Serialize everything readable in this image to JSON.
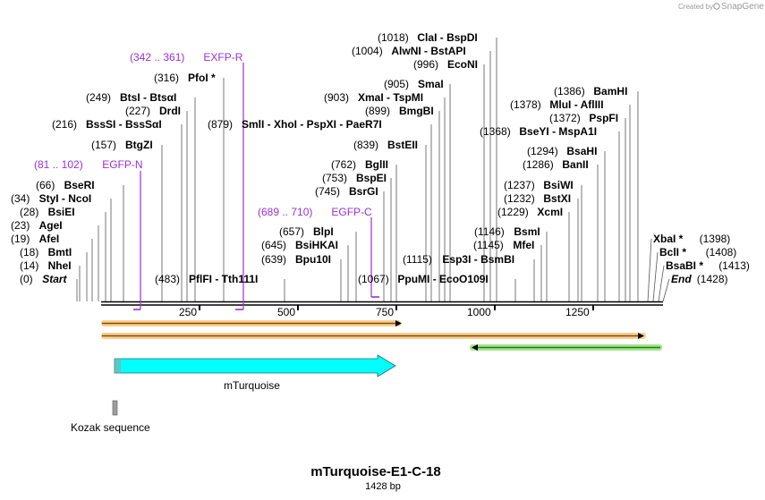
{
  "credit": {
    "text": "Created by",
    "brand": "SnapGene"
  },
  "map": {
    "title": "mTurquoise-E1-C-18",
    "length_text": "1428 bp",
    "ruler_ticks": [
      "250",
      "500",
      "750",
      "1000",
      "1250"
    ],
    "colors": {
      "backbone": "#000000",
      "feature_line": "#8b4513",
      "orange_glow": "#f5b041",
      "green_glow": "#7ed957",
      "green_arrow": "#1e7b1e",
      "cds_fill": "#00ffff",
      "kozak_fill": "#9e9e9e",
      "primer": "#9b30d8"
    },
    "features": [
      {
        "name": "mTurquoise",
        "type": "CDS",
        "direction": "forward"
      },
      {
        "name": "Kozak sequence",
        "type": "misc_feature",
        "direction": "none"
      }
    ],
    "left_labels": [
      {
        "id": "start",
        "pos": "(0)",
        "name": "Start"
      },
      {
        "id": "nhei",
        "pos": "(14)",
        "name": "NheI"
      },
      {
        "id": "bmti",
        "pos": "(18)",
        "name": "BmtI"
      },
      {
        "id": "afei",
        "pos": "(19)",
        "name": "AfeI"
      },
      {
        "id": "agei",
        "pos": "(23)",
        "name": "AgeI"
      },
      {
        "id": "bsiei",
        "pos": "(28)",
        "name": "BsiEI"
      },
      {
        "id": "styi",
        "pos": "(34)",
        "name": "StyI  -  NcoI"
      },
      {
        "id": "bseri",
        "pos": "(66)",
        "name": "BseRI"
      },
      {
        "id": "btgzi",
        "pos": "(157)",
        "name": "BtgZI"
      },
      {
        "id": "bsssi",
        "pos": "(216)",
        "name": "BssSI  -  BssSαI"
      },
      {
        "id": "drdi",
        "pos": "(227)",
        "name": "DrdI"
      },
      {
        "id": "btsi",
        "pos": "(249)",
        "name": "BtsI  -  BtsαI"
      },
      {
        "id": "pfoi",
        "pos": "(316)",
        "name": "PfoI *"
      },
      {
        "id": "pflfi",
        "pos": "(483)",
        "name": "PflFI  -  Tth111I"
      },
      {
        "id": "smli",
        "pos": "(879)",
        "name": "SmlI  -  XhoI  -  PspXI  -  PaeR7I"
      },
      {
        "id": "bpu10i",
        "pos": "(639)",
        "name": "Bpu10I"
      },
      {
        "id": "bsihkai",
        "pos": "(645)",
        "name": "BsiHKAI"
      },
      {
        "id": "blpi",
        "pos": "(657)",
        "name": "BlpI"
      },
      {
        "id": "bsrgi",
        "pos": "(745)",
        "name": "BsrGI"
      },
      {
        "id": "bspei",
        "pos": "(753)",
        "name": "BspEI"
      },
      {
        "id": "bglii",
        "pos": "(762)",
        "name": "BglII"
      },
      {
        "id": "bsteii",
        "pos": "(839)",
        "name": "BstEII"
      },
      {
        "id": "bmgbi",
        "pos": "(899)",
        "name": "BmgBI"
      },
      {
        "id": "xmai",
        "pos": "(903)",
        "name": "XmaI  -  TspMI"
      },
      {
        "id": "smai",
        "pos": "(905)",
        "name": "SmaI"
      },
      {
        "id": "econi",
        "pos": "(996)",
        "name": "EcoNI"
      },
      {
        "id": "alwni",
        "pos": "(1004)",
        "name": "AlwNI  -  BstAPI"
      },
      {
        "id": "clai",
        "pos": "(1018)",
        "name": "ClaI  -  BspDI"
      },
      {
        "id": "ppumi",
        "pos": "(1067)",
        "name": "PpuMI  -  EcoO109I"
      },
      {
        "id": "esp3i",
        "pos": "(1115)",
        "name": "Esp3I  -  BsmBI"
      },
      {
        "id": "mfei",
        "pos": "(1145)",
        "name": "MfeI"
      },
      {
        "id": "bsmi",
        "pos": "(1146)",
        "name": "BsmI"
      },
      {
        "id": "xcmi",
        "pos": "(1229)",
        "name": "XcmI"
      },
      {
        "id": "bstxi",
        "pos": "(1232)",
        "name": "BstXI"
      },
      {
        "id": "bsiwi",
        "pos": "(1237)",
        "name": "BsiWI"
      },
      {
        "id": "banii",
        "pos": "(1286)",
        "name": "BanII"
      },
      {
        "id": "bsahi",
        "pos": "(1294)",
        "name": "BsaHI"
      },
      {
        "id": "bseyi",
        "pos": "(1368)",
        "name": "BseYI  -  MspA1I"
      },
      {
        "id": "pspfi",
        "pos": "(1372)",
        "name": "PspFI"
      },
      {
        "id": "mlui",
        "pos": "(1378)",
        "name": "MluI  -  AflIII"
      },
      {
        "id": "bamhi",
        "pos": "(1386)",
        "name": "BamHI"
      }
    ],
    "right_labels": [
      {
        "id": "xbai",
        "name": "XbaI *",
        "pos": "(1398)"
      },
      {
        "id": "bcli",
        "name": "BclI *",
        "pos": "(1408)"
      },
      {
        "id": "bsabi",
        "name": "BsaBI *",
        "pos": "(1413)"
      },
      {
        "id": "end",
        "name": "End",
        "pos": "(1428)"
      }
    ],
    "primers": [
      {
        "id": "exfp_r",
        "range": "(342 .. 361)",
        "name": "EXFP-R"
      },
      {
        "id": "egfp_n",
        "range": "(81 .. 102)",
        "name": "EGFP-N"
      },
      {
        "id": "egfp_c",
        "range": "(689 .. 710)",
        "name": "EGFP-C"
      }
    ]
  }
}
